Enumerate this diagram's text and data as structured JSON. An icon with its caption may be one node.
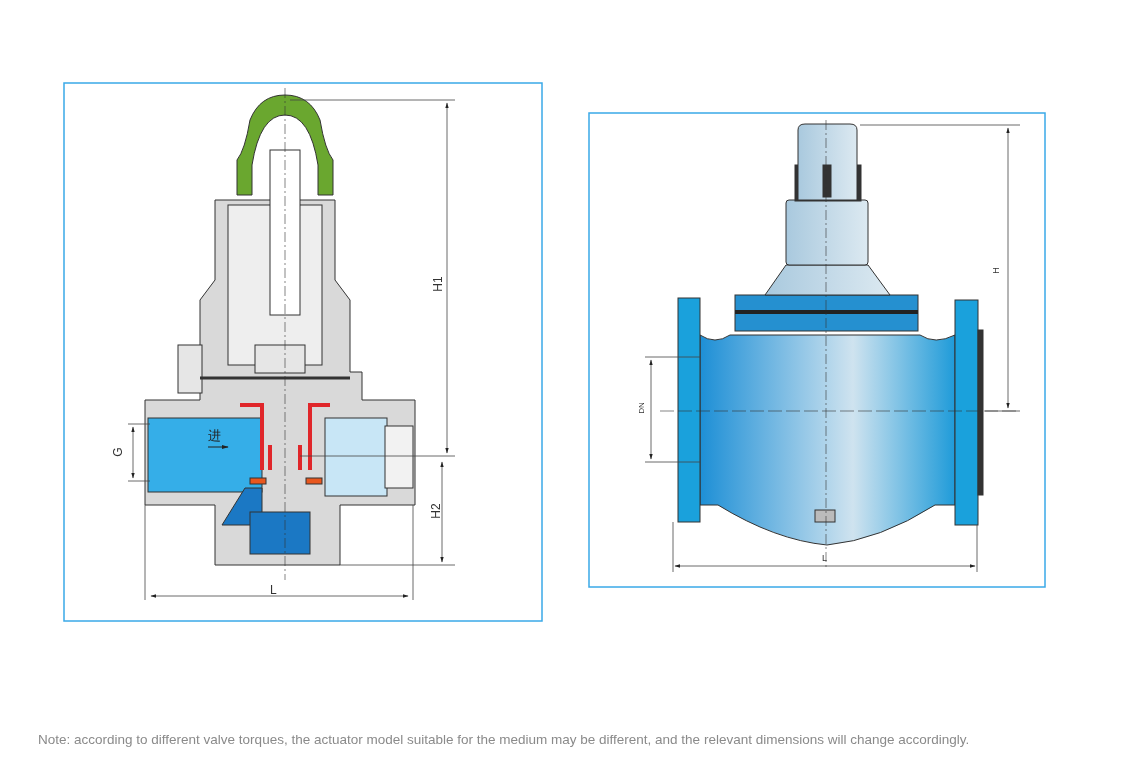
{
  "diagram": {
    "labels": [
      "进",
      "G",
      "H1",
      "H2",
      "L",
      "H",
      "DN",
      "L"
    ],
    "caption": "Note: according to different valve torques, the actuator model suitable for the medium may be different, and the relevant dimensions will change accordingly."
  }
}
